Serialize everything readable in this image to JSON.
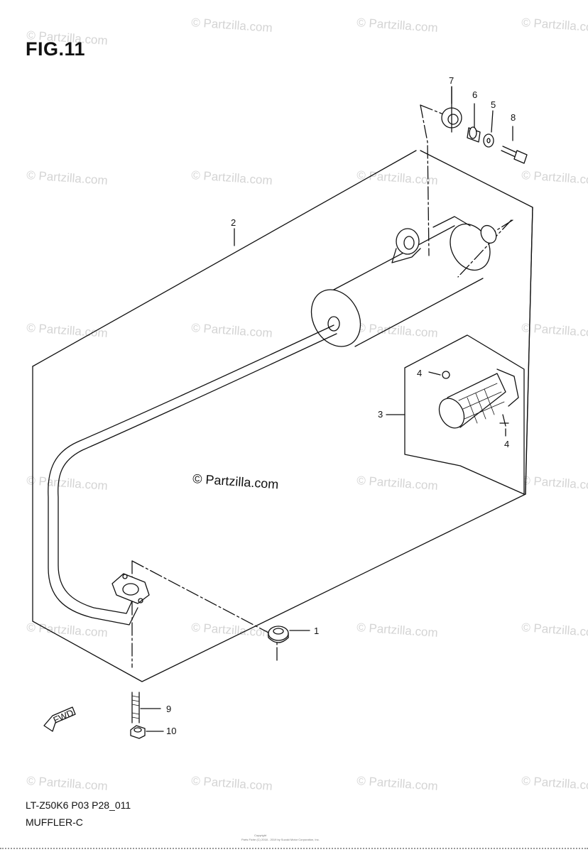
{
  "figure": {
    "title": "FIG.11",
    "code": "LT-Z50K6 P03 P28_011",
    "name": "MUFFLER-C"
  },
  "watermark": {
    "text": "© Partzilla.com",
    "color": "#d4d4d4"
  },
  "center_watermark": "© Partzilla.com",
  "copyright": {
    "line1": "Copyright",
    "line2": "Parts Fiche (C) 2018 - 2019 by Suzuki Motor Corporation, Inc."
  },
  "parts": [
    {
      "number": "1"
    },
    {
      "number": "2"
    },
    {
      "number": "3"
    },
    {
      "number": "4"
    },
    {
      "number": "4"
    },
    {
      "number": "5"
    },
    {
      "number": "6"
    },
    {
      "number": "7"
    },
    {
      "number": "8"
    },
    {
      "number": "9"
    },
    {
      "number": "10"
    }
  ],
  "fwd_label": "FWD",
  "colors": {
    "line": "#111111",
    "background": "#ffffff"
  }
}
